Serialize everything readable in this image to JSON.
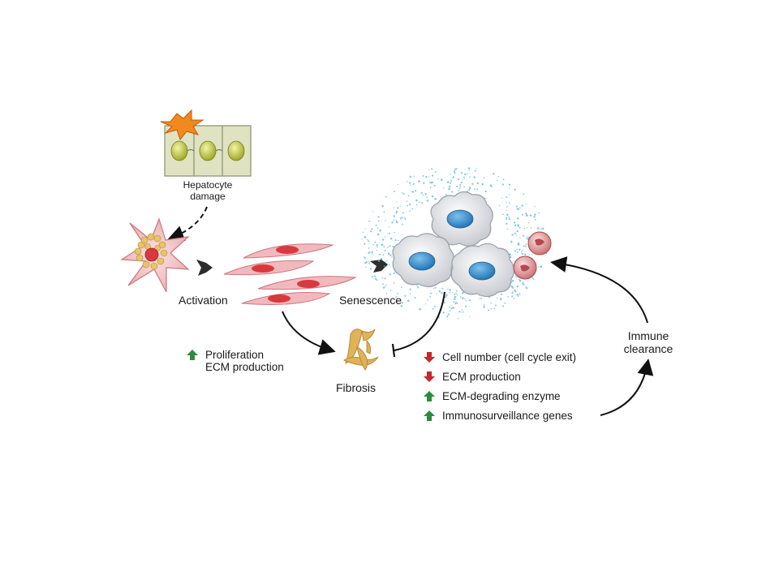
{
  "labels": {
    "hepatocyte": "Hepatocyte",
    "damage": "damage",
    "activation": "Activation",
    "senescence": "Senescence",
    "fibrosis": "Fibrosis",
    "immune": "Immune",
    "clearance": "clearance"
  },
  "activation_effects": [
    {
      "direction": "up",
      "text": "Proliferation"
    },
    {
      "direction": "up",
      "text": "ECM production"
    }
  ],
  "senescence_effects": [
    {
      "direction": "down",
      "text": "Cell number (cell cycle exit)"
    },
    {
      "direction": "down",
      "text": "ECM production"
    },
    {
      "direction": "up",
      "text": "ECM-degrading enzyme"
    },
    {
      "direction": "up",
      "text": "Immunosurveillance genes"
    }
  ],
  "colors": {
    "up": "#2e8b3e",
    "down": "#c62828",
    "arrow": "#111111",
    "cell_body": "#eef0f3",
    "nucleus": "#2f8fd0",
    "fibroblast": "#f2b8bd",
    "fibroblast_nucleus": "#d8383f",
    "hepatocyte_box": "#dfe3c2",
    "hepatocyte_nucleus": "#c8d13a",
    "damage_star": "#f08a1e",
    "fibrosis": "#d9a547",
    "immune_cell": "#e9a3a5"
  }
}
